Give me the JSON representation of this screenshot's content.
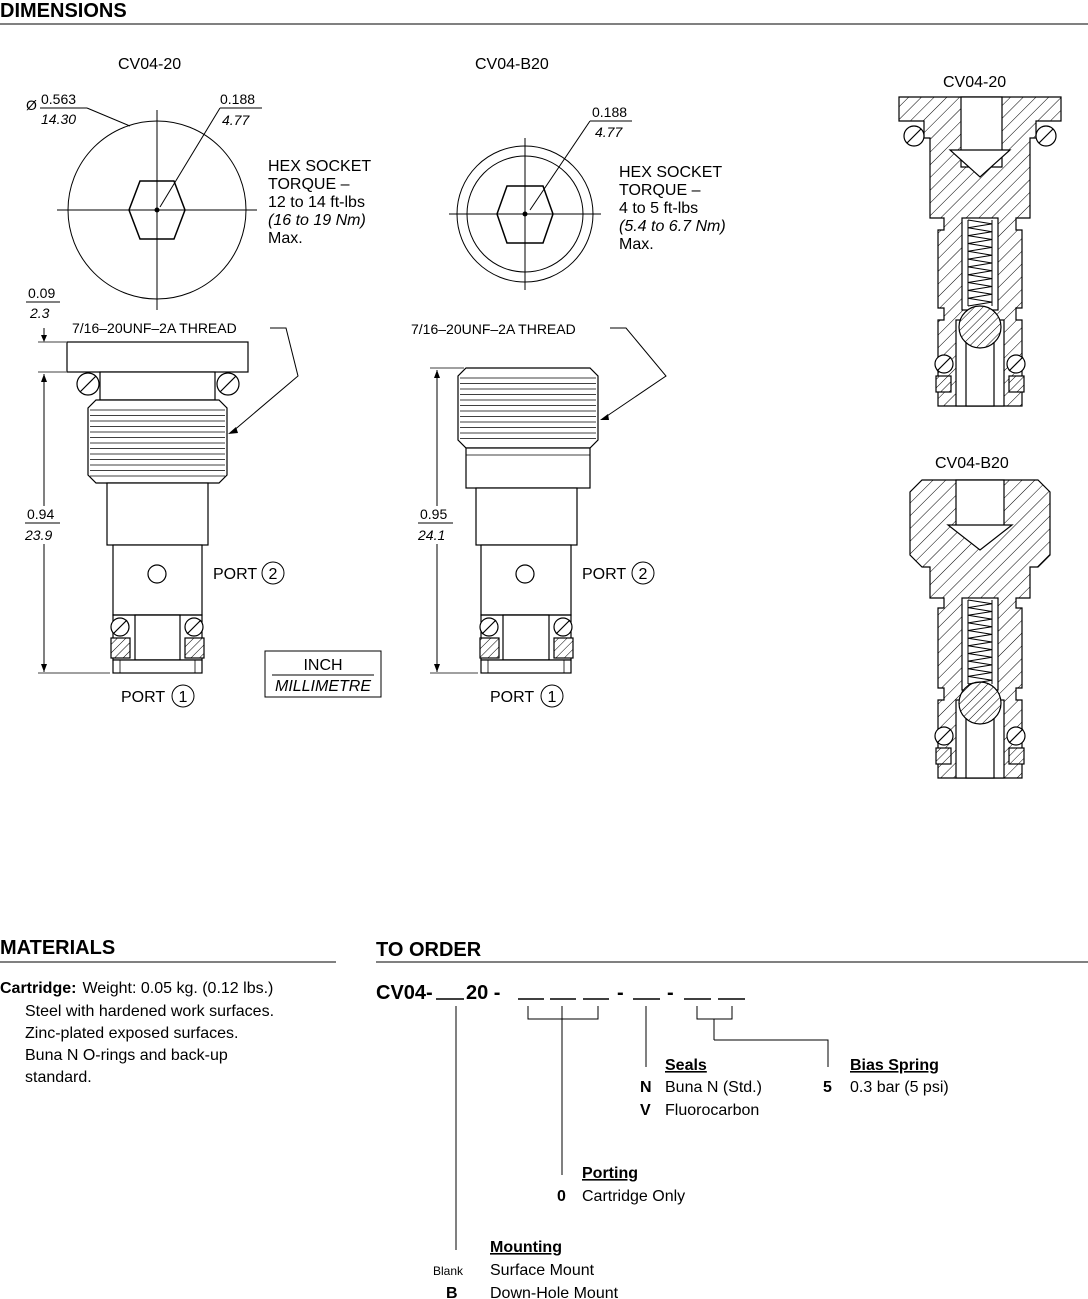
{
  "dimensions": {
    "title": "DIMENSIONS",
    "top_left_label": "CV04-20",
    "top_mid_label": "CV04-B20",
    "sect_top_label": "CV04-20",
    "sect_bottom_label": "CV04-B20",
    "dia_symbol": "Ø",
    "dia_in": "0.563",
    "dia_mm": "14.30",
    "hex_in": "0.188",
    "hex_mm": "4.77",
    "torque_a": {
      "line1": "HEX SOCKET",
      "line2": "TORQUE –",
      "line3": "12 to 14 ft-lbs",
      "line4": "(16 to 19 Nm)",
      "line5": "Max."
    },
    "torque_b": {
      "line1": "HEX SOCKET",
      "line2": "TORQUE –",
      "line3": "4 to 5 ft-lbs",
      "line4": "(5.4 to 6.7 Nm)",
      "line5": "Max."
    },
    "flange_in": "0.09",
    "flange_mm": "2.3",
    "thread_label": "7/16–20UNF–2A THREAD",
    "len_a_in": "0.94",
    "len_a_mm": "23.9",
    "len_b_in": "0.95",
    "len_b_mm": "24.1",
    "port_word": "PORT",
    "port1_num": "1",
    "port2_num": "2",
    "unit_inch": "INCH",
    "unit_mm": "MILLIMETRE"
  },
  "materials": {
    "title": "MATERIALS",
    "cartridge_label": "Cartridge:",
    "line1": "Weight: 0.05 kg. (0.12 lbs.)",
    "line2": "Steel with hardened work surfaces.",
    "line3": "Zinc-plated exposed surfaces.",
    "line4": "Buna N O-rings and back-up",
    "line5": "standard."
  },
  "order": {
    "title": "TO ORDER",
    "code_prefix": "CV04-",
    "code_mid": "20 -",
    "code_dash": "-",
    "seals": {
      "title": "Seals",
      "items": [
        {
          "code": "N",
          "desc": "Buna N (Std.)"
        },
        {
          "code": "V",
          "desc": "Fluorocarbon"
        }
      ]
    },
    "bias": {
      "title": "Bias Spring",
      "items": [
        {
          "code": "5",
          "desc": "0.3 bar (5 psi)"
        }
      ]
    },
    "porting": {
      "title": "Porting",
      "items": [
        {
          "code": "0",
          "desc": "Cartridge Only"
        }
      ]
    },
    "mounting": {
      "title": "Mounting",
      "items": [
        {
          "code": "Blank",
          "desc": "Surface Mount"
        },
        {
          "code": "B",
          "desc": "Down-Hole Mount"
        }
      ]
    }
  }
}
